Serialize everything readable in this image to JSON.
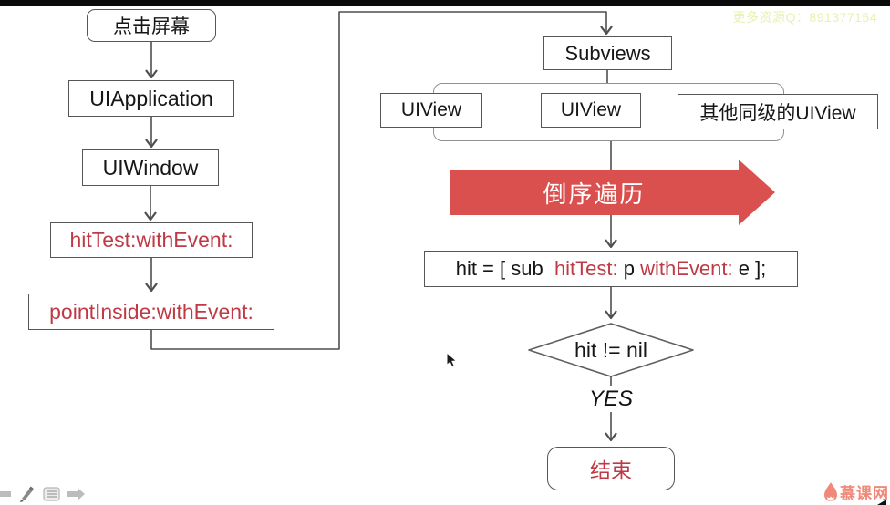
{
  "header": {
    "watermark": "更多资源Q：891377154"
  },
  "flowchart": {
    "start_label": "点击屏幕",
    "app_label": "UIApplication",
    "window_label": "UIWindow",
    "hittest_label": "hitTest:withEvent:",
    "pointinside_label": "pointInside:withEvent:",
    "subviews_label": "Subviews",
    "uiview1_label": "UIView",
    "uiview2_label": "UIView",
    "siblings_label": "其他同级的UIView",
    "traverse_label": "倒序遍历",
    "hit_expr": {
      "pre": "hit = [ sub  ",
      "hittest": "hitTest:",
      "mid": " p ",
      "withevent": "withEvent:",
      "post": " e ];"
    },
    "condition_label": "hit != nil",
    "branch_label": "YES",
    "end_label": "结束"
  },
  "footer": {
    "logo_text": "慕课网",
    "toolbar_icons": [
      "back-arrow",
      "pencil",
      "notes",
      "forward-arrow"
    ]
  },
  "colors": {
    "accent_red_text": "#bf3a45",
    "traverse_arrow_fill": "#d9504e",
    "watermark_text": "#e7f1b2",
    "logo_red": "#f0897a",
    "line_gray": "#4f4f4f"
  }
}
